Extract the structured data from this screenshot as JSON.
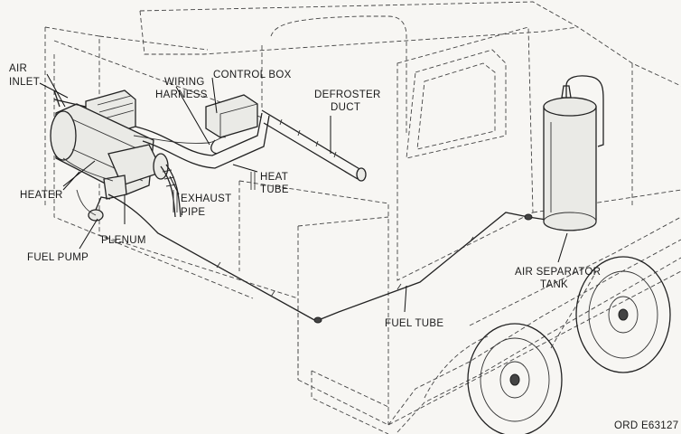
{
  "labels": {
    "air_inlet_1": "AIR",
    "air_inlet_2": "INLET",
    "heater": "HEATER",
    "plenum": "PLENUM",
    "fuel_pump": "FUEL PUMP",
    "wiring_harness_1": "WIRING",
    "wiring_harness_2": "HARNESS",
    "control_box": "CONTROL BOX",
    "defroster_duct_1": "DEFROSTER",
    "defroster_duct_2": "DUCT",
    "heat_tube_1": "HEAT",
    "heat_tube_2": "TUBE",
    "exhaust_pipe_1": "EXHAUST",
    "exhaust_pipe_2": "PIPE",
    "air_separator_tank_1": "AIR SEPARATOR",
    "air_separator_tank_2": "TANK",
    "fuel_tube": "FUEL TUBE",
    "figure_number": "ORD  E63127"
  }
}
